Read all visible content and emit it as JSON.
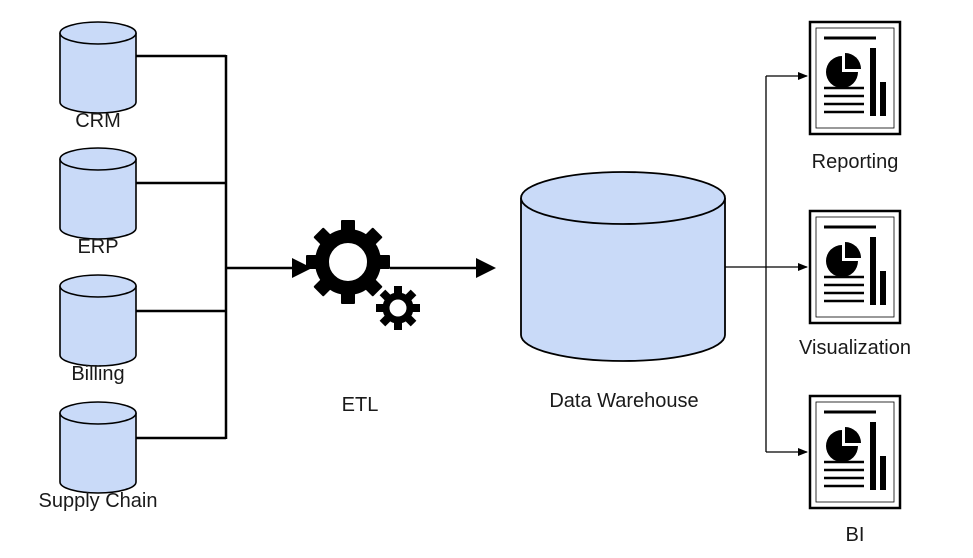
{
  "sources": [
    {
      "label": "CRM",
      "icon": "database-icon"
    },
    {
      "label": "ERP",
      "icon": "database-icon"
    },
    {
      "label": "Billing",
      "icon": "database-icon"
    },
    {
      "label": "Supply Chain",
      "icon": "database-icon"
    }
  ],
  "etl": {
    "label": "ETL",
    "icon": "gears-icon"
  },
  "warehouse": {
    "label": "Data Warehouse",
    "icon": "database-icon"
  },
  "outputs": [
    {
      "label": "Reporting",
      "icon": "report-document-icon"
    },
    {
      "label": "Visualization",
      "icon": "report-document-icon"
    },
    {
      "label": "BI",
      "icon": "report-document-icon"
    }
  ],
  "colors": {
    "cylinder_fill": "#c9daf8",
    "stroke": "#000000"
  }
}
